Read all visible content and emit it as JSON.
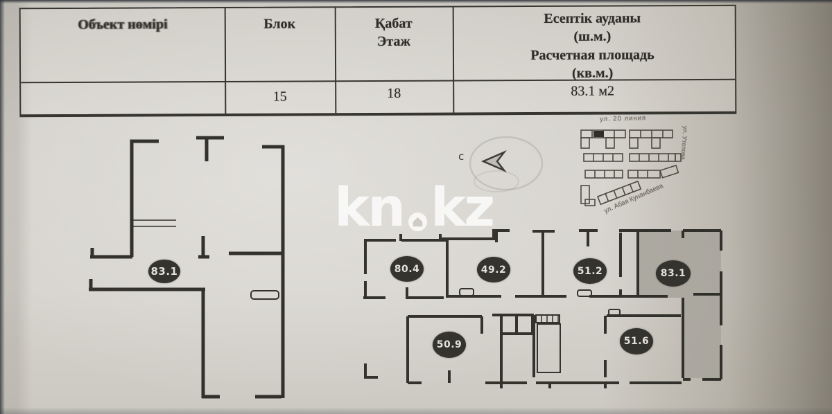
{
  "colors": {
    "paper": "#d5d2cc",
    "ink": "#2a2924",
    "badge_fill": "#34332e",
    "badge_text": "#e3e1db",
    "highlight_unit": "#a8a59d",
    "watermark": "#ffffff"
  },
  "table": {
    "headers": [
      "Объект нөмірі",
      "Блок",
      "Қабат\nЭтаж",
      "Есептік ауданы\n(ш.м.)\nРасчетная площадь\n(кв.м.)"
    ],
    "values": [
      "",
      "15",
      "18",
      "83.1 м2"
    ]
  },
  "watermark": {
    "kn": "kn",
    "kz": "kz"
  },
  "north_arrow": {
    "label": "с"
  },
  "site_plan": {
    "street_top": "ул. 20 линия",
    "street_right": "ул. Утепова",
    "street_diagonal": "ул. Абая Кунанбаева"
  },
  "plans": {
    "left_unit_area": "83.1",
    "right_units": [
      "80.4",
      "49.2",
      "51.2",
      "83.1",
      "50.9",
      "51.6"
    ]
  }
}
